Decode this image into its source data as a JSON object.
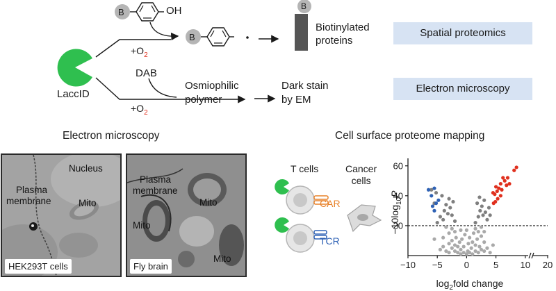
{
  "scheme": {
    "enzyme_label": "LaccID",
    "biotin_symbol": "B",
    "hydroxyl": "OH",
    "oxidant_plus": "+O",
    "oxidant_sub": "2",
    "dab": "DAB",
    "biotinylated_line1": "Biotinylated",
    "biotinylated_line2": "proteins",
    "osmiophilic_line1": "Osmiophilic",
    "osmiophilic_line2": "polymer",
    "darkstain_line1": "Dark stain",
    "darkstain_line2": "by EM",
    "pill_top": "Spatial proteomics",
    "pill_bottom": "Electron microscopy",
    "colors": {
      "enzyme": "#2fbf4f",
      "oxygen": "#e0301e",
      "pill": "#d7e3f3",
      "biotin": "#b5b5b5",
      "block": "#555555"
    }
  },
  "em": {
    "title": "Electron microscopy",
    "left": {
      "nucleus": "Nucleus",
      "plasma1": "Plasma",
      "plasma2": "membrane",
      "mito": "Mito",
      "caption": "HEK293T cells"
    },
    "right": {
      "plasma1": "Plasma",
      "plasma2": "membrane",
      "mito_a": "Mito",
      "mito_b": "Mito",
      "mito_c": "Mito",
      "caption": "Fly brain"
    }
  },
  "proteome": {
    "title": "Cell surface proteome mapping",
    "tcells": "T cells",
    "car": "CAR",
    "tcr": "TCR",
    "cancer1": "Cancer",
    "cancer2": "cells",
    "colors": {
      "car": "#e8822a",
      "tcr": "#2f62b5"
    }
  },
  "chart_data": {
    "type": "scatter",
    "title": "",
    "xlabel": "log2fold change",
    "ylabel": "−10log10P",
    "x_ticks": [
      "−10",
      "−5",
      "0",
      "5",
      "10",
      "20"
    ],
    "y_ticks": [
      "20",
      "40",
      "60"
    ],
    "xlim": [
      -10,
      10.5
    ],
    "x_break": {
      "from": 10,
      "to": 20
    },
    "ylim": [
      0,
      65
    ],
    "threshold_y": 20,
    "grid": false,
    "series": [
      {
        "color": "#a9a9a9",
        "points": [
          [
            -4.5,
            4
          ],
          [
            -4,
            6
          ],
          [
            -3.5,
            3
          ],
          [
            -3,
            8
          ],
          [
            -3,
            2
          ],
          [
            -2.5,
            5
          ],
          [
            -2.5,
            10
          ],
          [
            -2,
            3
          ],
          [
            -2,
            7
          ],
          [
            -1.8,
            12
          ],
          [
            -1.5,
            2
          ],
          [
            -1.5,
            6
          ],
          [
            -1.2,
            9
          ],
          [
            -1,
            1
          ],
          [
            -1,
            4
          ],
          [
            -0.8,
            11
          ],
          [
            -0.5,
            2
          ],
          [
            -0.5,
            6
          ],
          [
            -0.3,
            14
          ],
          [
            0,
            1
          ],
          [
            0.2,
            3
          ],
          [
            0.3,
            8
          ],
          [
            0.5,
            2
          ],
          [
            0.5,
            12
          ],
          [
            0.8,
            5
          ],
          [
            1,
            1
          ],
          [
            1,
            9
          ],
          [
            1.2,
            15
          ],
          [
            1.5,
            3
          ],
          [
            1.5,
            7
          ],
          [
            1.8,
            11
          ],
          [
            2,
            2
          ],
          [
            2,
            16
          ],
          [
            2.2,
            6
          ],
          [
            2.5,
            4
          ],
          [
            2.5,
            13
          ],
          [
            3,
            3
          ],
          [
            3,
            9
          ],
          [
            3.5,
            5
          ],
          [
            4,
            2
          ],
          [
            -2,
            16
          ],
          [
            -2.5,
            18
          ],
          [
            -3,
            15
          ],
          [
            -3.5,
            19
          ],
          [
            1.5,
            18
          ],
          [
            2.5,
            19
          ],
          [
            -1,
            17
          ],
          [
            -4,
            12
          ],
          [
            3,
            16
          ],
          [
            -5.5,
            11
          ],
          [
            4.5,
            7
          ],
          [
            0,
            17
          ]
        ]
      },
      {
        "color": "#7f7f7f",
        "points": [
          [
            -5,
            22
          ],
          [
            -4.5,
            26
          ],
          [
            -4,
            24
          ],
          [
            -3.8,
            30
          ],
          [
            -3.5,
            34
          ],
          [
            -3.2,
            28
          ],
          [
            -3,
            38
          ],
          [
            -2.8,
            32
          ],
          [
            -2.5,
            27
          ],
          [
            -2.3,
            36
          ],
          [
            -4.2,
            40
          ],
          [
            -5.5,
            35
          ],
          [
            -6,
            44
          ],
          [
            -5.2,
            42
          ],
          [
            -2,
            23
          ],
          [
            1.5,
            22
          ],
          [
            2,
            26
          ],
          [
            2.3,
            30
          ],
          [
            2.6,
            33
          ],
          [
            2.8,
            27
          ],
          [
            3,
            37
          ],
          [
            3.2,
            29
          ],
          [
            3.5,
            24
          ],
          [
            3.8,
            32
          ],
          [
            2.2,
            39
          ],
          [
            1.8,
            35
          ],
          [
            4,
            27
          ]
        ]
      },
      {
        "color": "#2f62b5",
        "points": [
          [
            -6.5,
            44
          ],
          [
            -6,
            40
          ],
          [
            -5.5,
            45
          ],
          [
            -5.8,
            33
          ],
          [
            -5.2,
            35
          ],
          [
            -4.8,
            37
          ],
          [
            -5.5,
            30
          ]
        ]
      },
      {
        "color": "#e0301e",
        "points": [
          [
            8.5,
            59
          ],
          [
            8.1,
            57
          ],
          [
            7,
            52
          ],
          [
            6.5,
            50
          ],
          [
            6.2,
            52
          ],
          [
            5.8,
            48
          ],
          [
            5.5,
            45
          ],
          [
            5.2,
            43
          ],
          [
            5,
            46
          ],
          [
            4.8,
            41
          ],
          [
            4.5,
            42
          ],
          [
            5.8,
            40
          ],
          [
            5.3,
            38
          ],
          [
            4.9,
            36
          ],
          [
            6,
            44
          ],
          [
            6.8,
            47
          ],
          [
            7.3,
            48
          ],
          [
            4.6,
            35
          ]
        ]
      }
    ]
  }
}
